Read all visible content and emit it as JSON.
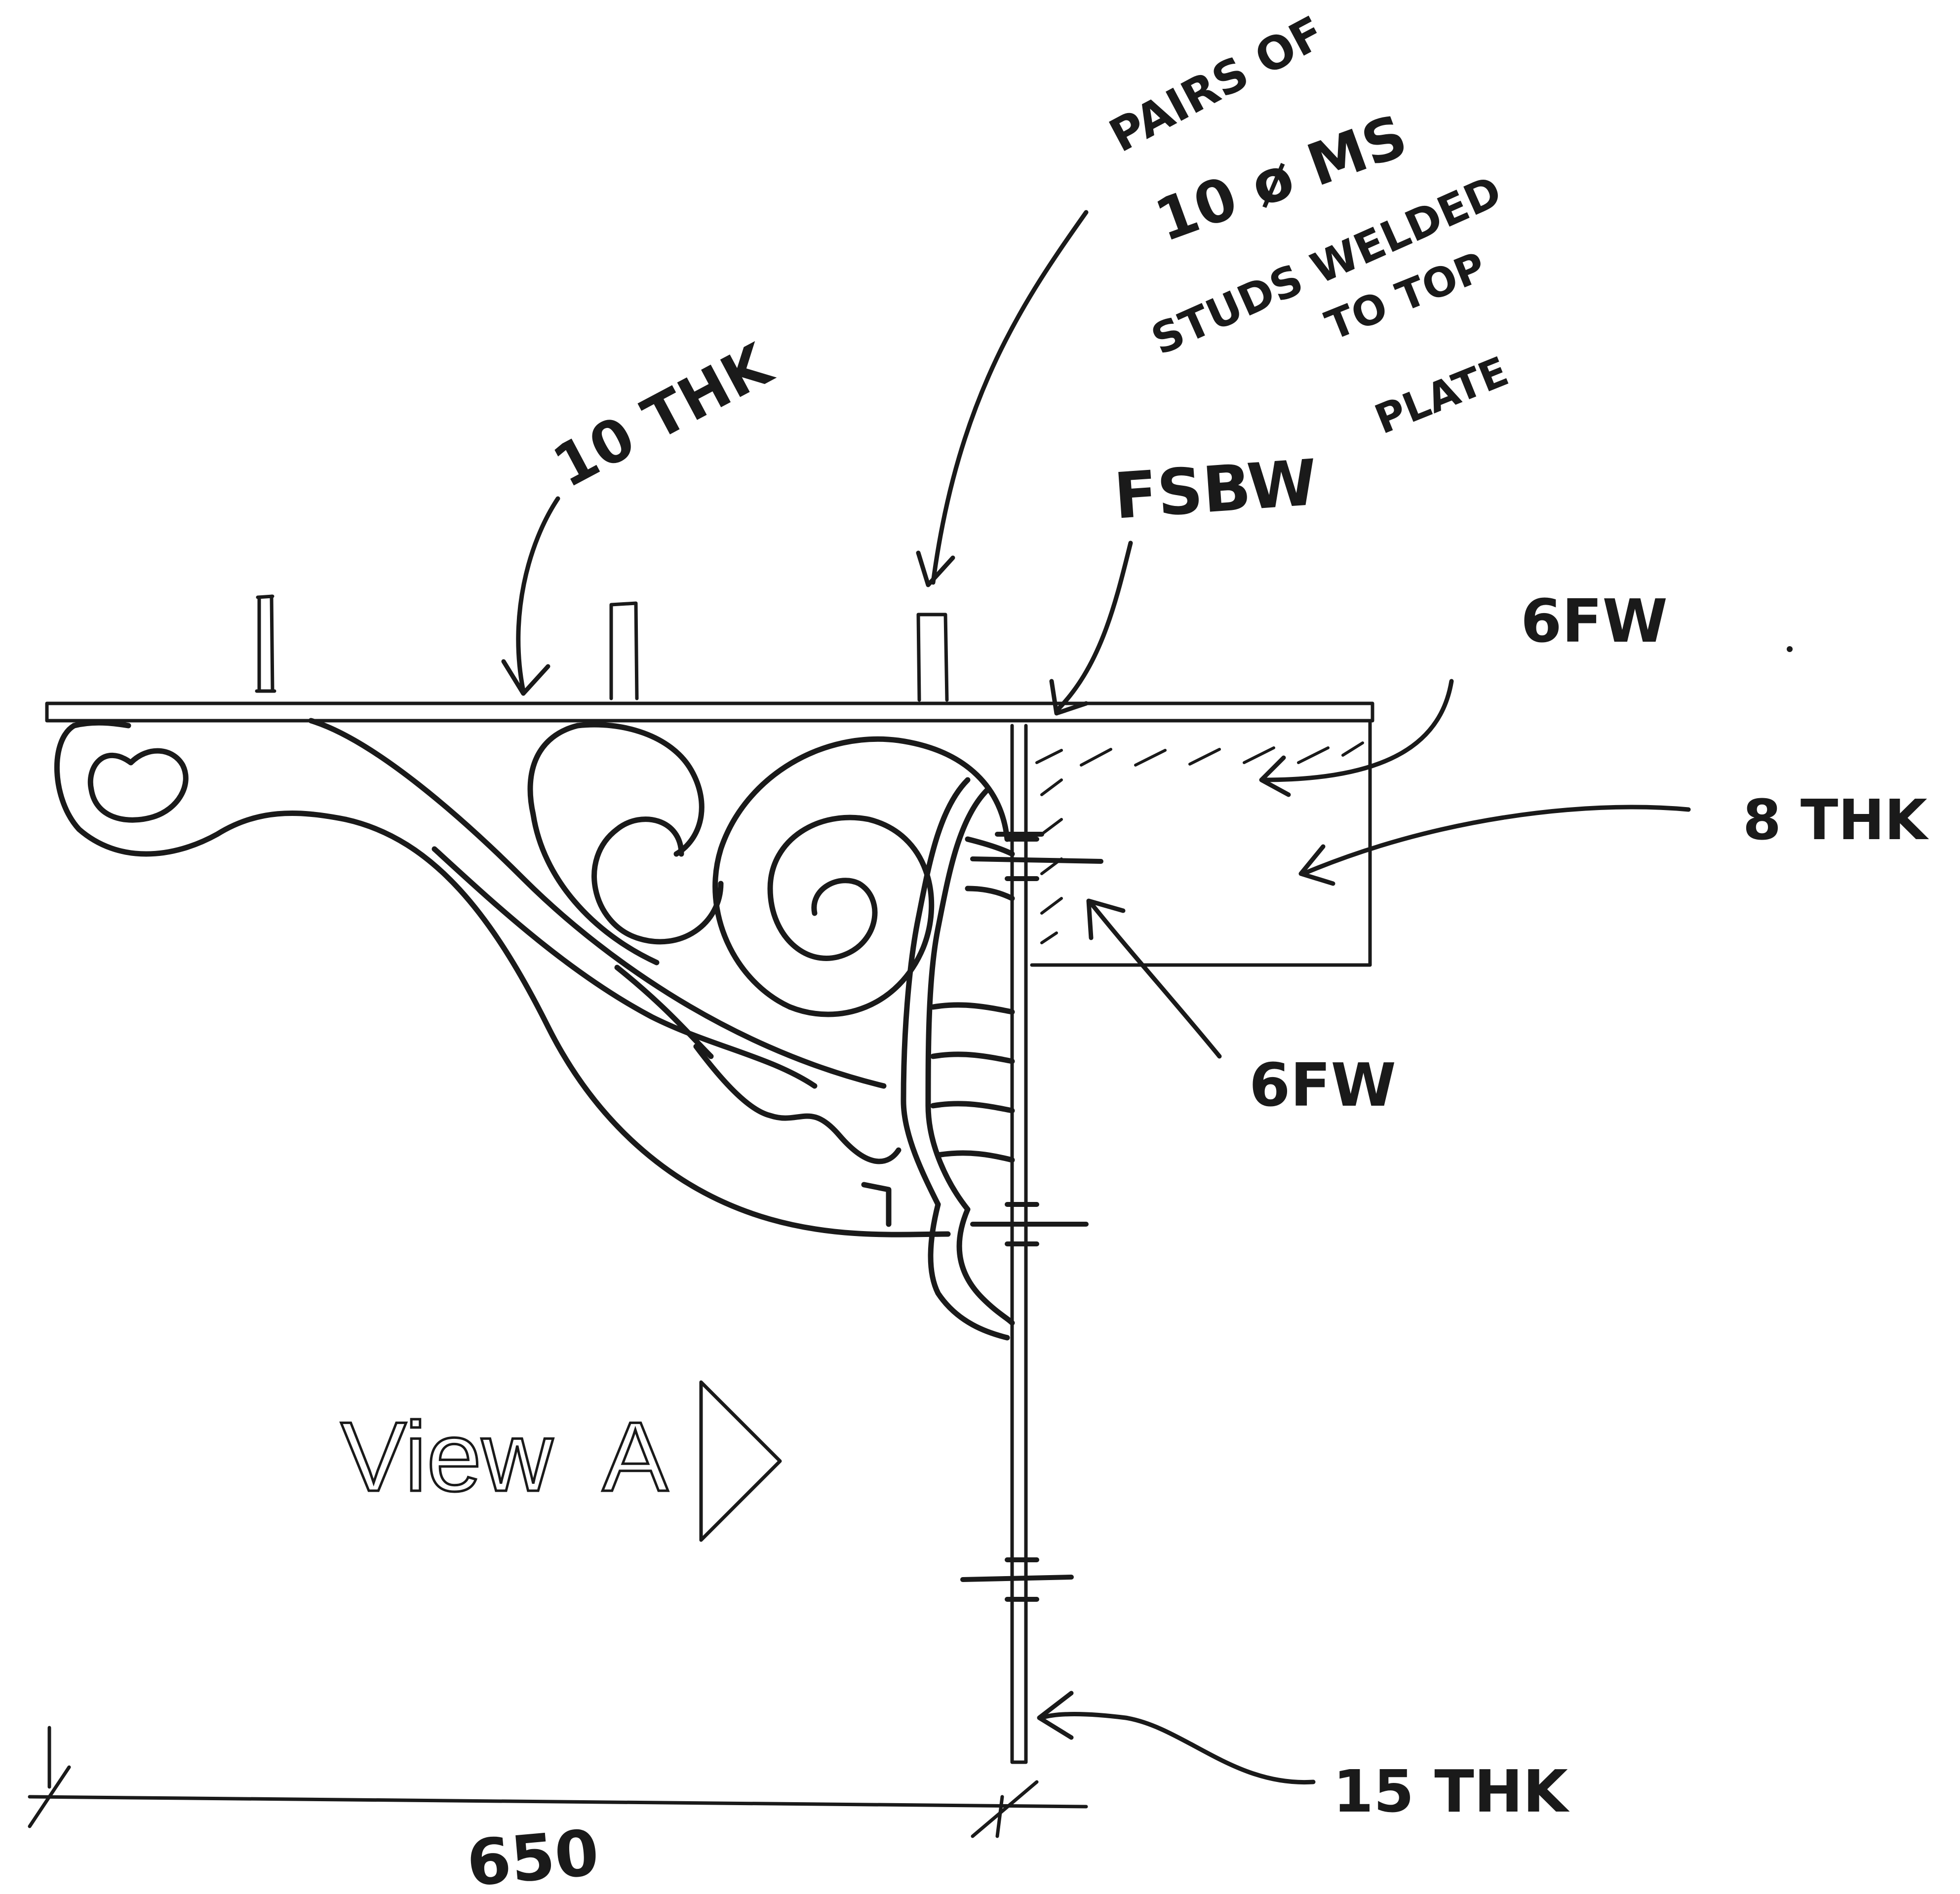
{
  "labels": {
    "studs_line1": "PAIRS OF",
    "studs_line2": "10 ø MS",
    "studs_line3": "STUDS WELDED",
    "studs_line4": "TO TOP",
    "studs_line5": "PLATE",
    "top_plate": "10 THK",
    "fsbw": "FSBW",
    "gfw_upper": "6FW",
    "side_plate": "8 THK",
    "gfw_lower": "6FW",
    "post_plate": "15 THK",
    "view": "View  A",
    "dimension": "650"
  },
  "colors": {
    "ink": "#1a1a1a",
    "paper": "#ffffff"
  }
}
